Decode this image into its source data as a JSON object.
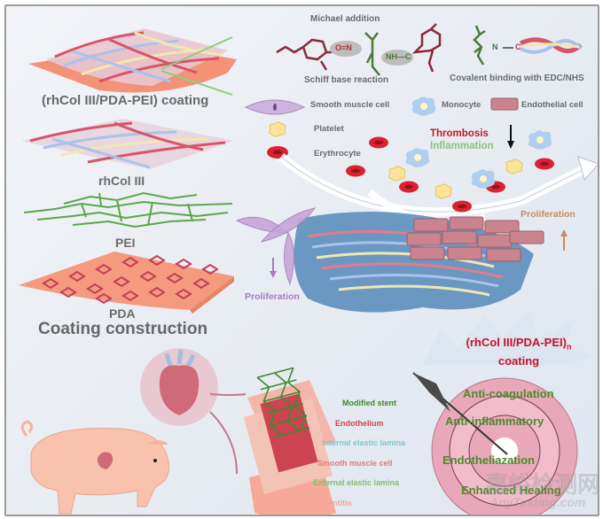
{
  "left_panel": {
    "layers": [
      {
        "id": "coating",
        "label": "(rhCol III/PDA-PEI) coating"
      },
      {
        "id": "rhcol",
        "label": "rhCol III"
      },
      {
        "id": "pei",
        "label": "PEI"
      },
      {
        "id": "pda",
        "label": "PDA"
      }
    ],
    "section_title": "Coating construction"
  },
  "reactions": {
    "michael": "Michael addition",
    "schiff": "Schiff base reaction",
    "covalent": "Covalent binding with EDC/NHS",
    "bond_o_n": "O=N",
    "bond_nh_c": "NH—C",
    "bond_n": "N",
    "bond_c": "C"
  },
  "legend": {
    "smooth_muscle_cell": "Smooth muscle cell",
    "monocyte": "Monocyte",
    "endothelial_cell": "Endothelial cell",
    "platelet": "Platelet",
    "erythrocyte": "Erythrocyte"
  },
  "effects": {
    "thrombosis": "Thrombosis",
    "inflammation": "Inflammation",
    "proliferation_down": "Proliferation",
    "proliferation_up": "Proliferation"
  },
  "vessel_layers": [
    {
      "label": "Modified stent",
      "color": "#3c8a2e"
    },
    {
      "label": "Endothelium",
      "color": "#d0454f"
    },
    {
      "label": "Internal elastic lamina",
      "color": "#7cc4d4"
    },
    {
      "label": "Smooth muscle cell",
      "color": "#e07a78"
    },
    {
      "label": "External elastic lamina",
      "color": "#7fbf6e"
    },
    {
      "label": "Adventitia",
      "color": "#f2a89a"
    }
  ],
  "target": {
    "title_main": "(rhCol III/PDA-PEI)",
    "title_sub": "n",
    "title_line2": "coating",
    "rings": [
      "Anti-coagulation",
      "Anti-inflammatory",
      "Endotheliazation",
      "Enhanced Healing"
    ]
  },
  "watermark": {
    "cn": "嘉峪检测网",
    "en": "AnyTesting.com"
  },
  "colors": {
    "label_gray": "#6a6a6a",
    "thrombosis_red": "#c0182a",
    "inflammation_green": "#8dc07a",
    "proliferation_purple": "#a77bbd",
    "proliferation_orange": "#c98a63",
    "target_title_red": "#c8102e",
    "target_text_green": "#4c8a2a",
    "pda_orange": "#f59a7e",
    "pei_green": "#5aa84a"
  }
}
